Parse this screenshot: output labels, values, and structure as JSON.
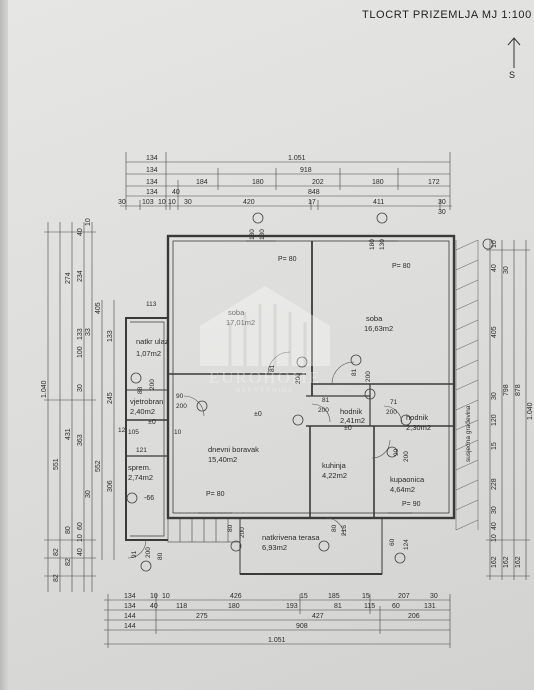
{
  "title": "TLOCRT PRIZEMLJA MJ 1:100",
  "north_label": "S",
  "watermark": {
    "brand": "EUROHOME",
    "tagline": "NEKRETNINE"
  },
  "top_dimensions": {
    "row1": [
      "134",
      "1.051"
    ],
    "row2": [
      "134",
      "918"
    ],
    "row3": [
      "134",
      "184",
      "180",
      "202",
      "180",
      "172"
    ],
    "row4": [
      "134",
      "40",
      "848"
    ],
    "row5": [
      "30",
      "103",
      "10",
      "10",
      "30",
      "420",
      "17",
      "411",
      "30"
    ],
    "row5b": [
      "30"
    ]
  },
  "bottom_dimensions": {
    "row1": [
      "134",
      "10",
      "10",
      "426",
      "15",
      "185",
      "15",
      "207",
      "30"
    ],
    "row2": [
      "134",
      "40",
      "118",
      "180",
      "193",
      "81",
      "115",
      "60",
      "131"
    ],
    "row3": [
      "144",
      "275",
      "427",
      "206"
    ],
    "row4": [
      "144",
      "908"
    ],
    "row5": [
      "1.051"
    ]
  },
  "left_dimensions": {
    "col1": [
      "1.040"
    ],
    "col2": [
      "551",
      "82",
      "82"
    ],
    "col3": [
      "274",
      "431",
      "80",
      "82"
    ],
    "col4": [
      "40",
      "234",
      "133",
      "100",
      "30",
      "363",
      "60",
      "10",
      "40"
    ],
    "col5": [
      "10",
      "33",
      "30"
    ],
    "col6": [
      "405",
      "552"
    ],
    "col7": [
      "133",
      "245",
      "306"
    ]
  },
  "right_dimensions": {
    "col1": [
      "10",
      "40",
      "405",
      "30",
      "120",
      "15",
      "228",
      "30",
      "40",
      "10",
      "162"
    ],
    "col2": [
      "30",
      "798",
      "162"
    ],
    "col3": [
      "878",
      "162"
    ],
    "col4": [
      "1.040"
    ],
    "neighbor": "susjedna građevina"
  },
  "rooms": [
    {
      "name": "soba",
      "area": "17,01m2"
    },
    {
      "name": "soba",
      "area": "16,63m2"
    },
    {
      "name": "natkr ulaz",
      "area": "1,07m2"
    },
    {
      "name": "vjetrobran",
      "area": "2,40m2"
    },
    {
      "name": "dnevni boravak",
      "area": "15,40m2"
    },
    {
      "name": "hodnik",
      "area": "2,41m2"
    },
    {
      "name": "hodnik",
      "area": "2,30m2"
    },
    {
      "name": "kuhinja",
      "area": "4,22m2"
    },
    {
      "name": "kupaonica",
      "area": "4,64m2"
    },
    {
      "name": "sprem.",
      "area": "2,74m2"
    },
    {
      "name": "natkrivena terasa",
      "area": "6,93m2"
    }
  ],
  "parapets": [
    "P= 80",
    "P= 80",
    "P= 80",
    "P= 90"
  ],
  "levels": [
    "±0",
    "±0",
    "±0",
    "-66"
  ],
  "openings": {
    "o1": "180",
    "o2": "130",
    "o3": "180",
    "o4": "130",
    "o5": "81",
    "o6": "200",
    "o7": "81",
    "o8": "200",
    "o9": "90",
    "o10": "200",
    "o11": "81",
    "o12": "200",
    "o13": "71",
    "o14": "200",
    "o15": "80",
    "o16": "200",
    "o17": "90",
    "o18": "200",
    "o19": "91",
    "o20": "200",
    "o21": "80",
    "o22": "216",
    "o23": "60",
    "o24": "124",
    "o25": "113",
    "o26": "10",
    "o27": "12",
    "o28": "105",
    "o29": "121",
    "o30": "88",
    "o31": "80",
    "o32": "200"
  }
}
